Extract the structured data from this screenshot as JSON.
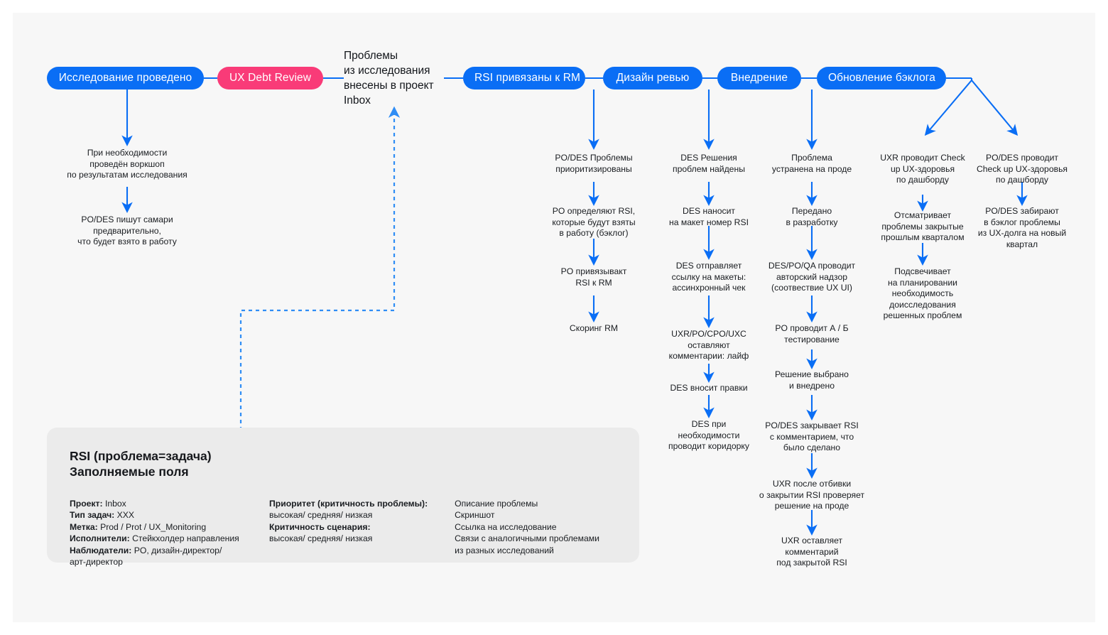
{
  "colors": {
    "accent_blue": "#0A6EF5",
    "accent_pink": "#F93B78",
    "canvas_bg": "#F7F7F7",
    "card_bg": "#EBEBEB",
    "text_dark": "#1A1D21"
  },
  "flow": {
    "nodes": [
      {
        "id": "research-done",
        "label": "Исследование проведено",
        "style": "pill-blue"
      },
      {
        "id": "ux-debt-review",
        "label": "UX Debt Review",
        "style": "pill-pink"
      },
      {
        "id": "problems-inbox",
        "label": "Проблемы\nиз исследования\nвнесены в проект\nInbox",
        "style": "plain"
      },
      {
        "id": "rsi-to-rm",
        "label": "RSI привязаны к RM",
        "style": "pill-blue"
      },
      {
        "id": "design-review",
        "label": "Дизайн ревью",
        "style": "pill-blue"
      },
      {
        "id": "implementation",
        "label": "Внедрение",
        "style": "pill-blue"
      },
      {
        "id": "backlog-update",
        "label": "Обновление бэклога",
        "style": "pill-blue"
      }
    ]
  },
  "columns": [
    {
      "id": "column-research",
      "parent": "research-done",
      "steps": [
        "При необходимости\nпроведён воркшоп\nпо результатам исследования",
        "PO/DES пишут самари\nпредварительно,\nчто будет взято в работу"
      ]
    },
    {
      "id": "column-rsi-rm",
      "parent": "rsi-to-rm",
      "steps": [
        "PO/DES Проблемы\nприоритизированы",
        "PO определяют RSI,\nкоторые будут взяты\nв работу (бэклог)",
        "PO привязывакт\nRSI к RM",
        "Скоринг RM"
      ]
    },
    {
      "id": "column-design-review",
      "parent": "design-review",
      "steps": [
        "DES Решения\nпроблем найдены",
        "DES наносит\nна макет номер RSI",
        "DES отправляет\nссылку на макеты:\nассинхронный чек",
        "UXR/PO/CPO/UXC\nоставляют\nкомментарии: лайф",
        "DES вносит правки",
        "DES при\nнеобходимости\nпроводит коридорку"
      ]
    },
    {
      "id": "column-implementation",
      "parent": "implementation",
      "steps": [
        "Проблема\nустранена на проде",
        "Передано\nв разработку",
        "DES/PO/QA проводит\nавторский надзор\n(соотвествие UX UI)",
        "PO проводит А / Б\nтестирование",
        "Решение выбрано\nи внедрено",
        "PO/DES закрывает RSI\nс комментарием, что\nбыло сделано",
        "UXR после отбивки\nо закрытии RSI проверяет\nрешение на проде",
        "UXR оставляет\nкомментарий\nпод закрытой RSI"
      ]
    },
    {
      "id": "column-backlog-left",
      "parent": "backlog-update",
      "steps": [
        "UXR проводит Check\nup UX-здоровья\nпо дашборду",
        "Отсматривает\nпроблемы закрытые\nпрошлым кварталом",
        "Подсвечивает\nна планировании\nнеобходимость\nдоисследования\nрешенных проблем"
      ]
    },
    {
      "id": "column-backlog-right",
      "parent": "backlog-update",
      "steps": [
        "PO/DES проводит\nCheck up UX-здоровья\nпо дашборду",
        "PO/DES забирают\nв бэклог проблемы\nиз UX-долга на новый\nквартал"
      ]
    }
  ],
  "info_card": {
    "title": "RSI (проблема=задача)\nЗаполняемые поля",
    "column1": [
      {
        "label": "Проект:",
        "value": " Inbox"
      },
      {
        "label": "Тип задач:",
        "value": " XXX"
      },
      {
        "label": "Метка:",
        "value": " Prod / Prot / UX_Monitoring"
      },
      {
        "label": "Исполнители:",
        "value": " Стейкхолдер направления"
      },
      {
        "label": "Наблюдатели:",
        "value": " PO, дизайн-директор/\n арт-директор"
      }
    ],
    "column2": [
      {
        "label": "Приоритет (критичность проблемы):",
        "value": "\nвысокая/ средняя/ низкая"
      },
      {
        "label": "Критичность сценария:",
        "value": "\nвысокая/ средняя/ низкая"
      }
    ],
    "column3": [
      "Описание проблемы",
      "Скриншот",
      "Ссылка на исследование",
      "Связи с аналогичными проблемами\nиз разных исследований"
    ]
  }
}
